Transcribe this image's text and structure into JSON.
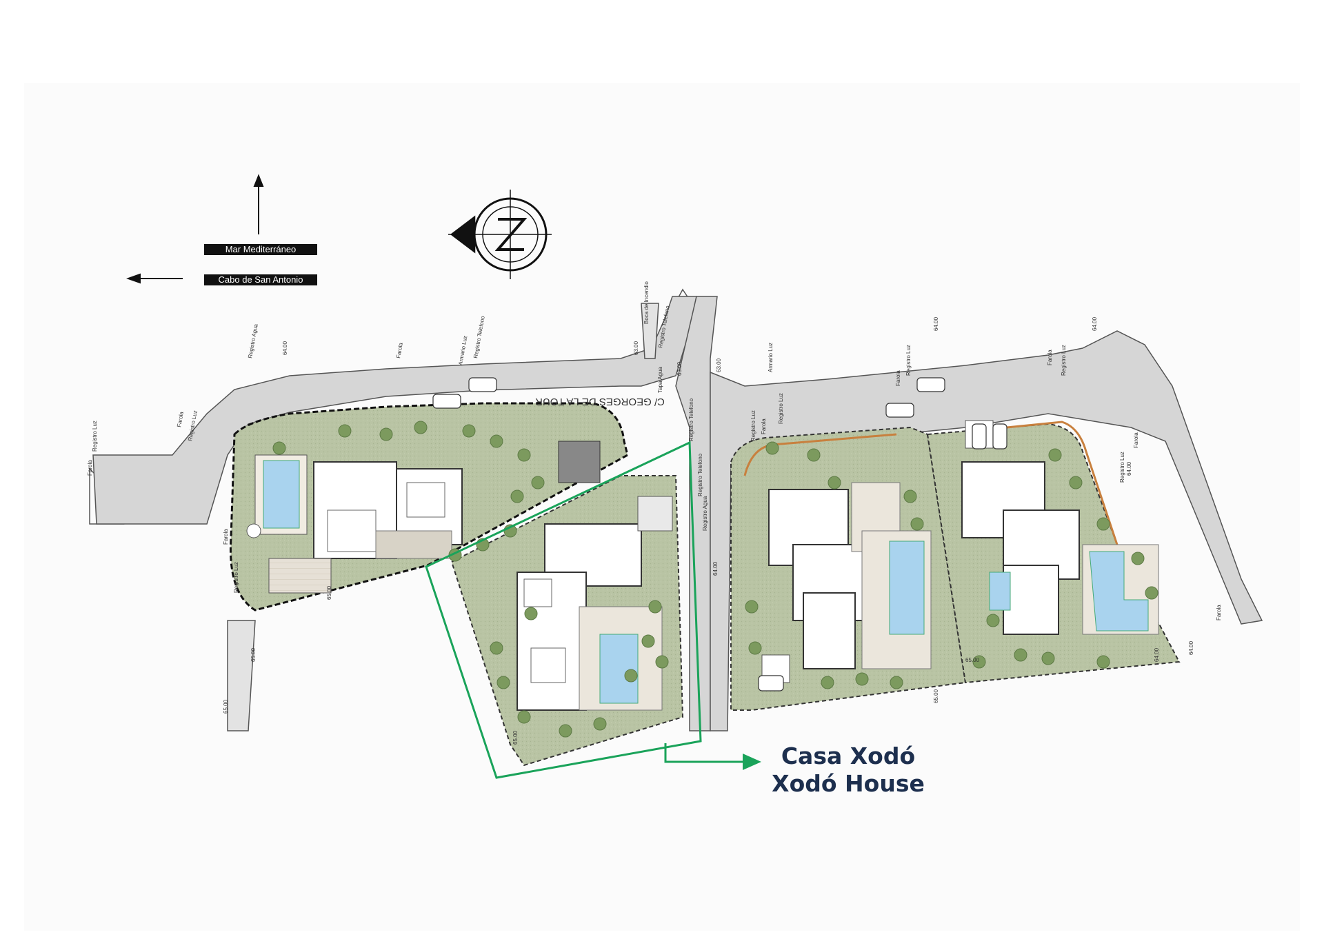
{
  "legend": {
    "north_label": "Mar Mediterráneo",
    "west_label": "Cabo de San Antonio"
  },
  "street": {
    "name": "C/ GEORGES DE LA TOUR"
  },
  "highlight": {
    "title_es": "Casa Xodó",
    "title_en": "Xodó House"
  },
  "map_labels": [
    "Farola",
    "Registro Luz",
    "Farola",
    "Registro Luz",
    "Registro Agua",
    "64.00",
    "Farola",
    "Armario Luz",
    "Registro Telefono",
    "Boca de Incendio",
    "63.00",
    "Registro Telefono",
    "63.00",
    "Tapa Agua",
    "63.00",
    "Registro Telefono",
    "Registro Luz",
    "Farola",
    "Registro Luz",
    "Armario Luz",
    "Farola",
    "Registro Luz",
    "64.00",
    "Farola",
    "Registro Luz",
    "64.00",
    "Registro Luz",
    "Farola",
    "64.00",
    "65.00",
    "65.00",
    "65.00",
    "Registro Agua",
    "Registro Telefono",
    "Registro Luz",
    "Farola",
    "65.00",
    "64.00",
    "65.00",
    "65.00",
    "64.00",
    "Farola",
    "64.00"
  ],
  "colors": {
    "highlight_green": "#1aa35a",
    "title_navy": "#1d2f4e",
    "plot_green": "#b7c3a1",
    "road_gray": "#d4d4d4",
    "pool_blue": "#a9d3ee"
  }
}
